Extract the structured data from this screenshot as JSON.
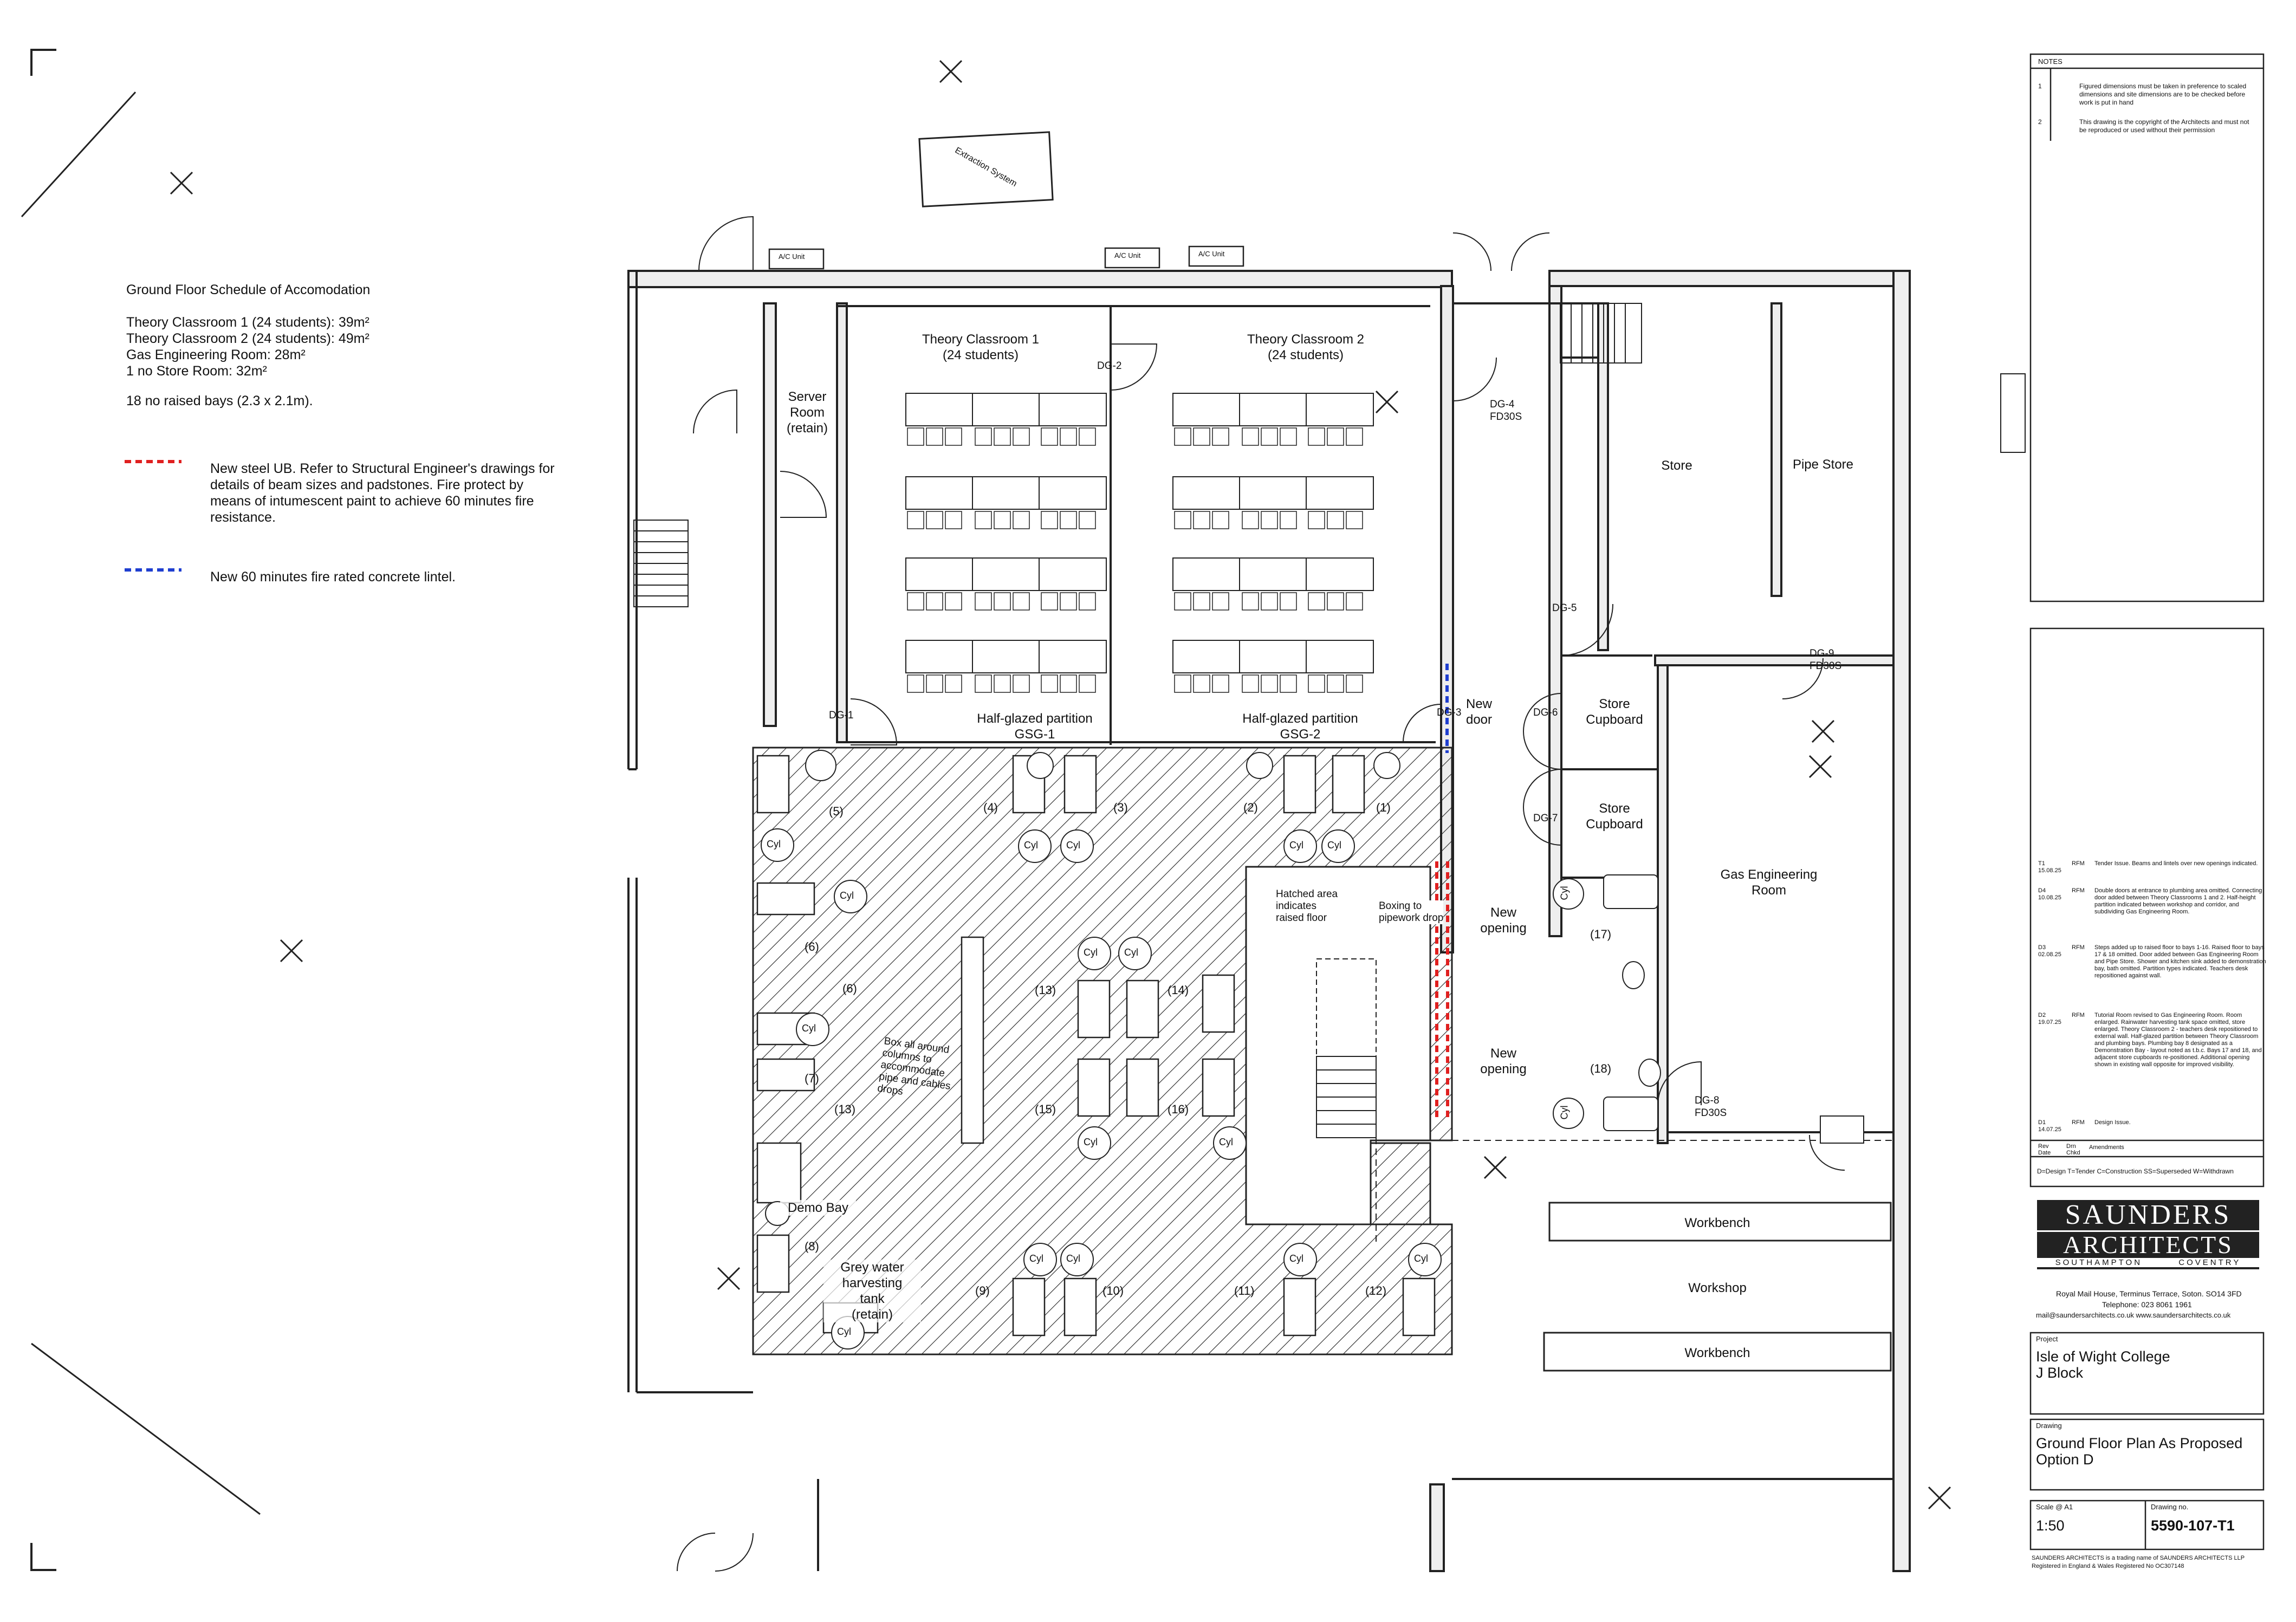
{
  "schedule": {
    "title": "Ground Floor Schedule of Accomodation",
    "items": [
      "Theory Classroom 1 (24 students): 39m²",
      "Theory Classroom 2 (24 students): 49m²",
      "Gas Engineering Room: 28m²",
      "1 no Store Room: 32m²"
    ],
    "bays": "18 no raised bays (2.3 x 2.1m)."
  },
  "legend": {
    "red_line_text": "New steel UB. Refer to Structural Engineer's drawings for details of beam sizes and padstones. Fire protect by means of intumescent paint to achieve 60 minutes fire resistance.",
    "blue_line_text": "New 60 minutes fire rated concrete lintel.",
    "red_color": "#e02020",
    "blue_color": "#1f3fd0"
  },
  "rooms": {
    "classroom1": "Theory Classroom 1",
    "classroom1_sub": "(24 students)",
    "classroom2": "Theory Classroom 2",
    "classroom2_sub": "(24 students)",
    "server": "Server",
    "server_sub": "Room",
    "server_sub2": "(retain)",
    "store": "Store",
    "pipe_store": "Pipe Store",
    "store_cupboard_1": "Store",
    "store_cupboard_1b": "Cupboard",
    "store_cupboard_2": "Store",
    "store_cupboard_2b": "Cupboard",
    "gas_room": "Gas Engineering",
    "gas_room_b": "Room",
    "workshop": "Workshop",
    "workbench_1": "Workbench",
    "workbench_2": "Workbench",
    "partition_1": "Half-glazed partition",
    "partition_1b": "GSG-1",
    "partition_2": "Half-glazed partition",
    "partition_2b": "GSG-2",
    "new_door": "New",
    "new_door_b": "door",
    "new_opening_1": "New",
    "new_opening_1b": "opening",
    "new_opening_2": "New",
    "new_opening_2b": "opening",
    "demo_bay": "Demo Bay",
    "grey_water_1": "Grey water",
    "grey_water_2": "harvesting",
    "grey_water_3": "tank",
    "grey_water_4": "(retain)",
    "hatched_note_1": "Hatched area",
    "hatched_note_2": "indicates",
    "hatched_note_3": "raised floor",
    "boxing_note_1": "Boxing to",
    "boxing_note_2": "pipework drop",
    "box_note_1": "Box all around",
    "box_note_2": "columns to",
    "box_note_3": "accommodate",
    "box_note_4": "pipe and cables",
    "box_note_5": "drops",
    "extraction": "Extraction System",
    "ac_1": "A/C Unit",
    "ac_2": "A/C Unit",
    "ac_3": "A/C Unit"
  },
  "doors": {
    "dg1": "DG-1",
    "dg2": "DG-2",
    "dg3": "DG-3",
    "dg4": "DG-4",
    "dg4_rating": "FD30S",
    "dg5": "DG-5",
    "dg6": "DG-6",
    "dg7": "DG-7",
    "dg8": "DG-8",
    "dg8_rating": "FD30S",
    "dg9": "DG-9",
    "dg9_rating": "FD30S"
  },
  "bays": {
    "b1": "(1)",
    "b2": "(2)",
    "b3": "(3)",
    "b4": "(4)",
    "b5": "(5)",
    "b6": "(6)",
    "b6b": "(6)",
    "b7": "(7)",
    "b8": "(8)",
    "b9": "(9)",
    "b10": "(10)",
    "b11": "(11)",
    "b12": "(12)",
    "b13": "(13)",
    "b13b": "(13)",
    "b14": "(14)",
    "b15": "(15)",
    "b16": "(16)",
    "b17": "(17)",
    "b18": "(18)",
    "cyl": "Cyl"
  },
  "title_block": {
    "notes_heading": "NOTES",
    "notes": [
      {
        "num": "1",
        "text": "Figured dimensions must be taken in preference to scaled dimensions and site dimensions are to be checked before work is put in hand"
      },
      {
        "num": "2",
        "text": "This drawing is the copyright of the Architects and must not be reproduced or used without their permission"
      }
    ],
    "revisions": [
      {
        "id": "T1",
        "date": "15.08.25",
        "by": "RFM",
        "text": "Tender Issue. Beams and lintels over new openings indicated."
      },
      {
        "id": "D4",
        "date": "10.08.25",
        "by": "RFM",
        "text": "Double doors at entrance to plumbing area omitted. Connecting door added between Theory Classrooms 1 and 2. Half-height partition indicated between workshop and corridor, and subdividing Gas Engineering Room."
      },
      {
        "id": "D3",
        "date": "02.08.25",
        "by": "RFM",
        "text": "Steps added up to raised floor to bays 1-16. Raised floor to bays 17 & 18 omitted. Door added between Gas Engineering Room and Pipe Store. Shower and kitchen sink added to demonstration bay, bath omitted. Partition types indicated. Teachers desk repositioned against wall."
      },
      {
        "id": "D2",
        "date": "19.07.25",
        "by": "RFM",
        "text": "Tutorial Room revised to Gas Engineering Room. Room enlarged. Rainwater harvesting tank space omitted, store enlarged. Theory Classroom 2 - teachers desk repositioned to external wall. Half-glazed partition between Theory Classroom and plumbing bays. Plumbing bay 8 designated as a Demonstration Bay - layout noted as t.b.c. Bays 17 and 18, and adjacent store cupboards re-positioned. Additional opening shown in existing wall opposite for improved visibility."
      },
      {
        "id": "D1",
        "date": "14.07.25",
        "by": "RFM",
        "text": "Design Issue."
      }
    ],
    "rev_header": {
      "rev": "Rev",
      "date": "Date",
      "drn": "Drn",
      "chk": "Chkd",
      "amend": "Amendments"
    },
    "status_key": "D=Design  T=Tender  C=Construction  SS=Superseded  W=Withdrawn",
    "logo_line1": "SAUNDERS",
    "logo_line2": "ARCHITECTS",
    "logo_city1": "SOUTHAMPTON",
    "logo_city2": "COVENTRY",
    "address": "Royal Mail House, Terminus Terrace, Soton. SO14 3FD",
    "telephone": "Telephone: 023 8061 1961",
    "email": "mail@saundersarchitects.co.uk   www.saundersarchitects.co.uk",
    "project_label": "Project",
    "project_1": "Isle of Wight College",
    "project_2": "J Block",
    "drawing_label": "Drawing",
    "drawing_1": "Ground Floor Plan As Proposed",
    "drawing_2": "Option D",
    "scale_label": "Scale @ A1",
    "scale": "1:50",
    "drawing_no_label": "Drawing no.",
    "drawing_no": "5590-107-T1",
    "footer_1": "SAUNDERS ARCHITECTS is a trading name of SAUNDERS ARCHITECTS LLP",
    "footer_2": "Registered in England & Wales Registered No OC307148"
  }
}
